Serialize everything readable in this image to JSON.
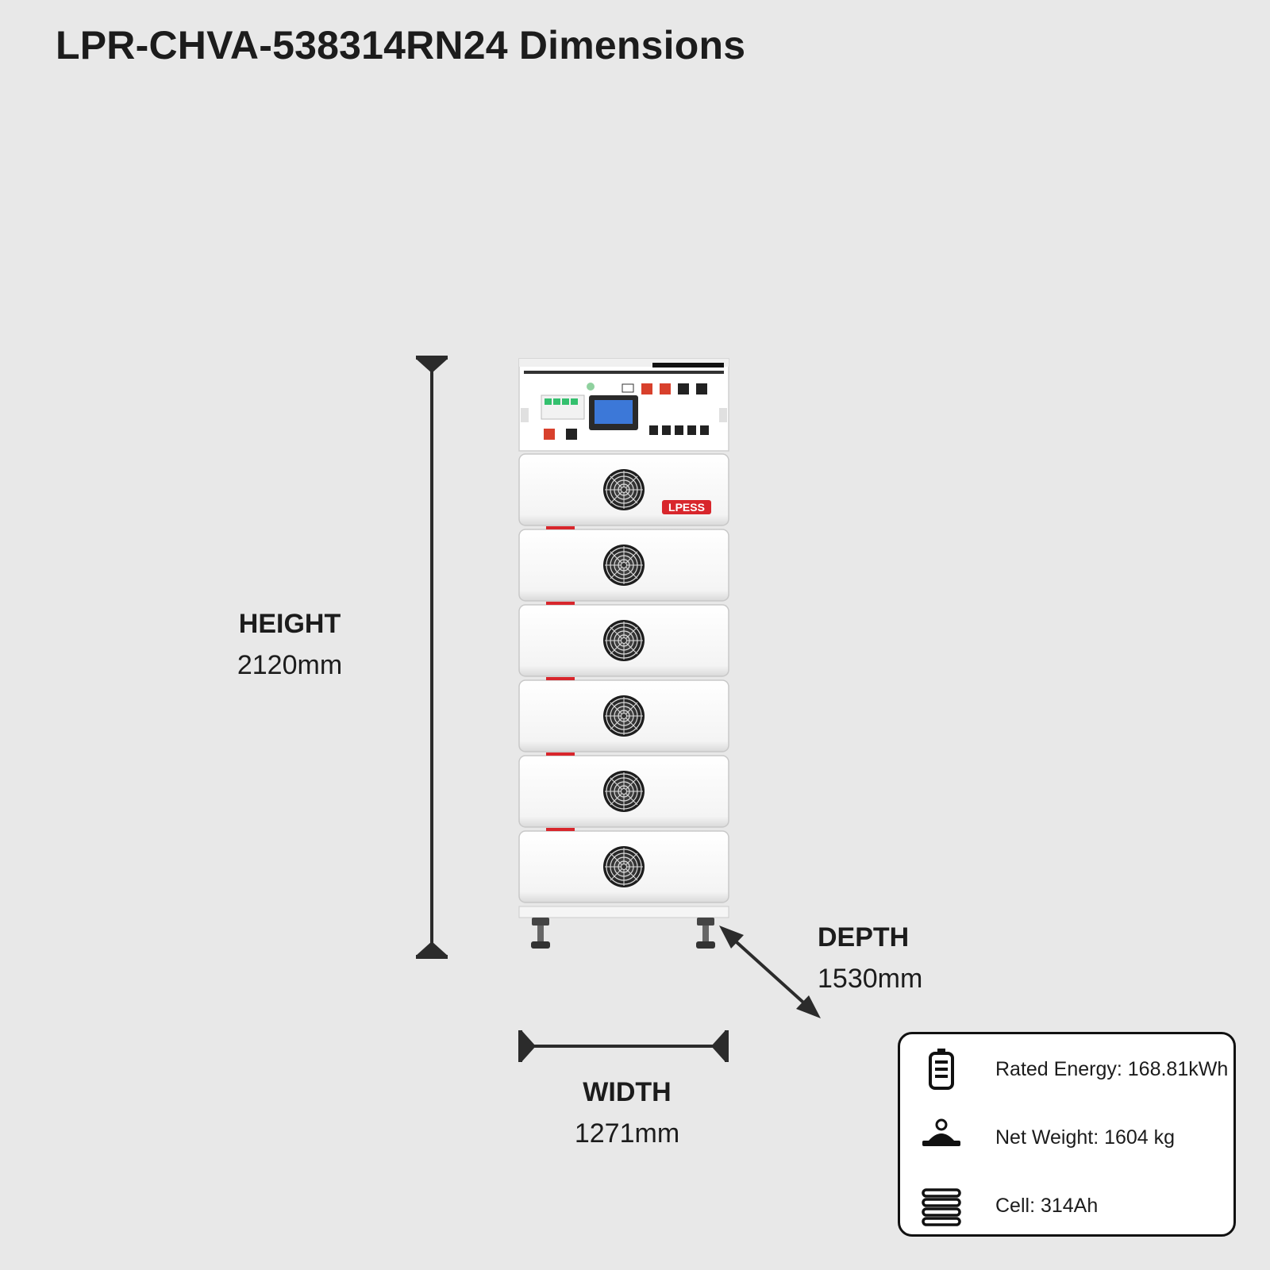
{
  "title": "LPR-CHVA-538314RN24 Dimensions",
  "dimensions": {
    "height": {
      "name": "HEIGHT",
      "value": "2120mm"
    },
    "depth": {
      "name": "DEPTH",
      "value": "1530mm"
    },
    "width": {
      "name": "WIDTH",
      "value": "1271mm"
    }
  },
  "product": {
    "brand": "LPESS",
    "module_count": 6,
    "accent_color": "#d8262c"
  },
  "specs": [
    {
      "icon": "battery-icon",
      "text": "Rated Energy: 168.81kWh"
    },
    {
      "icon": "weight-icon",
      "text": "Net Weight: 1604 kg"
    },
    {
      "icon": "cell-stack-icon",
      "text": "Cell: 314Ah"
    }
  ],
  "colors": {
    "background": "#e8e8e8",
    "line": "#2b2b2b"
  }
}
